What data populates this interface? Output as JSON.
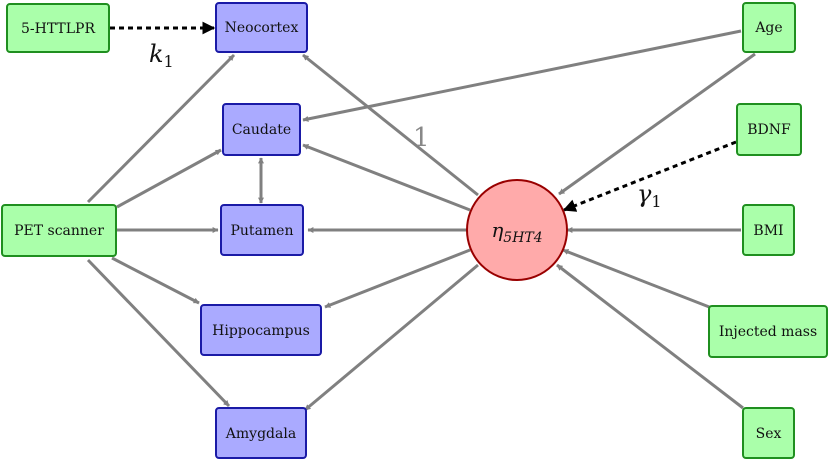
{
  "nodes": {
    "httlpr": "5-HTTLPR",
    "neocortex": "Neocortex",
    "caudate": "Caudate",
    "putamen": "Putamen",
    "hippocampus": "Hippocampus",
    "amygdala": "Amygdala",
    "pet": "PET scanner",
    "age": "Age",
    "bdnf": "BDNF",
    "bmi": "BMI",
    "injected": "Injected mass",
    "sex": "Sex"
  },
  "latent": {
    "symbol": "η",
    "subscript": "5HT4"
  },
  "edge_labels": {
    "k": "k",
    "k_sub": "1",
    "one": "1",
    "gamma": "γ",
    "gamma_sub": "1"
  },
  "colors": {
    "observed_fill": "#aaaaff",
    "observed_stroke": "#1a1aa6",
    "covariate_fill": "#aaffaa",
    "covariate_stroke": "#1f8f1f",
    "latent_fill": "#ffaaaa",
    "latent_stroke": "#990000",
    "edge": "#808080",
    "dashed_edge": "#000000"
  }
}
